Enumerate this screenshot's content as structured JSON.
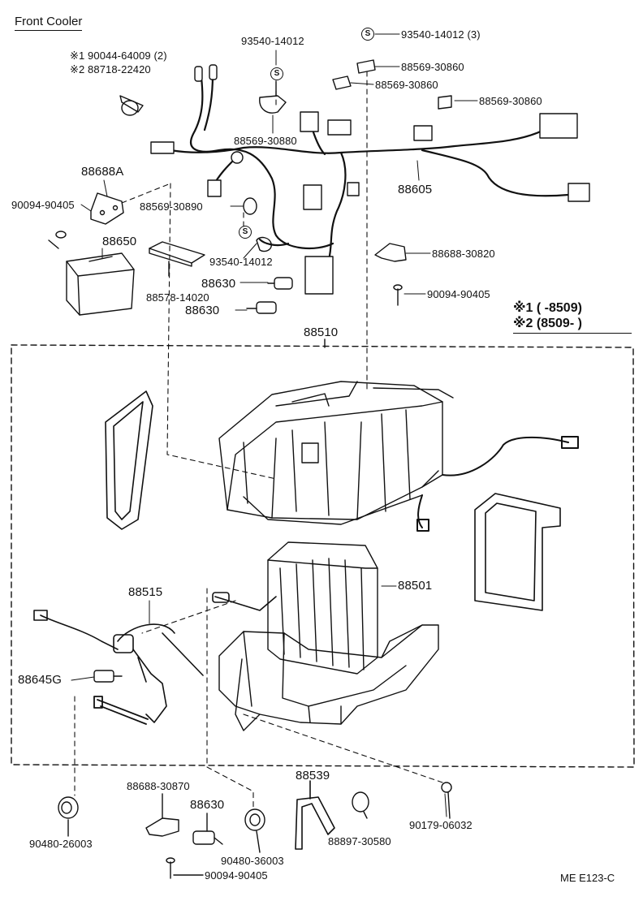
{
  "title": "Front Cooler",
  "footer_code": "ME  E123-C",
  "notes": {
    "footnote_1": "※1 90044-64009 (2)",
    "footnote_2": "※2 88718-22420",
    "range_1": "※1 (         -8509)",
    "range_2": "※2 (8509-         )"
  },
  "labels": {
    "p93540_14012_a": "93540-14012",
    "p93540_14012_b": "93540-14012 (3)",
    "p88569_30860_a": "88569-30860",
    "p88569_30860_b": "88569-30860",
    "p88569_30860_c": "88569-30860",
    "p88569_30880": "88569-30880",
    "p88605": "88605",
    "p88688A": "88688A",
    "p90094_90405_a": "90094-90405",
    "p88569_30890": "88569-30890",
    "p88650": "88650",
    "p93540_14012_c": "93540-14012",
    "p88688_30820": "88688-30820",
    "p88630_a": "88630",
    "p88630_b": "88630",
    "p88578_14020": "88578-14020",
    "p90094_90405_b": "90094-90405",
    "p88510": "88510",
    "p88515": "88515",
    "p88501": "88501",
    "p88645G": "88645G",
    "p88688_30870": "88688-30870",
    "p88539": "88539",
    "p88630_c": "88630",
    "p90480_26003": "90480-26003",
    "p90480_36003": "90480-36003",
    "p88897_30580": "88897-30580",
    "p90179_06032": "90179-06032",
    "p90094_90405_c": "90094-90405"
  },
  "s_mark": "S"
}
